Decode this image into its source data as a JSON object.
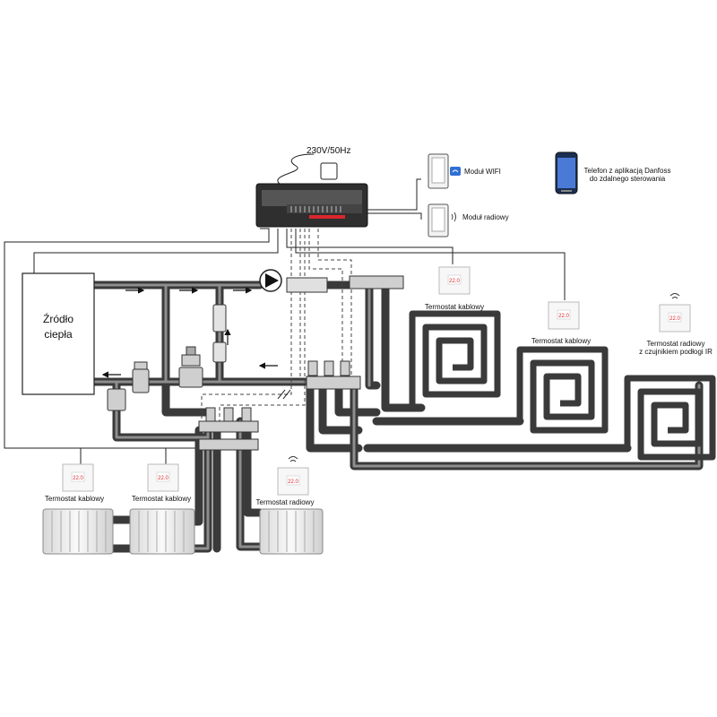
{
  "power_supply": "230V/50Hz",
  "heat_source": {
    "line1": "Źródło",
    "line2": "ciepła"
  },
  "modules": {
    "wifi": "Moduł WIFI",
    "radio": "Moduł radiowy"
  },
  "phone": {
    "line1": "Telefon z aplikacją Danfoss",
    "line2": "do zdalnego sterowania"
  },
  "thermostat_display": "22.0",
  "thermostats": {
    "floor_1": "Termostat kablowy",
    "floor_2": "Termostat kablowy",
    "floor_3": {
      "line1": "Termostat radiowy",
      "line2": "z czujnikiem podłogi IR"
    },
    "radiator_1": "Termostat kablowy",
    "radiator_2": "Termostat kablowy",
    "radiator_3": "Termostat radiowy"
  },
  "colors": {
    "pipe": "#3a3a3a",
    "pipe_inner": "#8e8e8e",
    "accent_red": "#d9262c",
    "wifi_blue": "#2f6fd6"
  }
}
